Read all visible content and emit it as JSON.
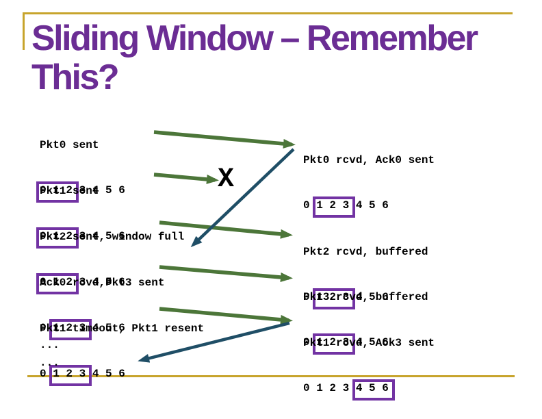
{
  "slide": {
    "title_line1": "Sliding Window – Remember",
    "title_line2": "This?"
  },
  "left_column": [
    {
      "label": "Pkt0 sent",
      "pre": "",
      "boxed": "0 1 2",
      "post": " 3 4 5 6"
    },
    {
      "label": "Pkt1 sent",
      "pre": "",
      "boxed": "0 1 2",
      "post": " 3 4 5 6"
    },
    {
      "label": "Pkt2 sent, window full",
      "pre": "",
      "boxed": "0 1 2",
      "post": " 3 4 5 6"
    },
    {
      "label": "Ack0 rcvd,Pkt3 sent",
      "pre": "0 ",
      "boxed": "1 2 3",
      "post": " 4 5 6"
    },
    {
      "label": "Pkt1 timeout, Pkt1 resent",
      "pre": "0 ",
      "boxed": "1 2 3",
      "post": " 4 5 6"
    }
  ],
  "right_column": [
    {
      "label": "Pkt0 rcvd, Ack0 sent",
      "pre": "0 ",
      "boxed": "1 2 3",
      "post": " 4 5 6"
    },
    {
      "label": "Pkt2 rcvd, buffered",
      "pre": "0 ",
      "boxed": "1 2 3",
      "post": " 4 5 6"
    },
    {
      "label": "Pkt3 rcvd, buffered",
      "pre": "0 ",
      "boxed": "1 2 3",
      "post": " 4 5 6"
    },
    {
      "label": "Pkt1 rcvd, Ack3 sent",
      "pre": "0 1 2 3 ",
      "boxed": "4 5 6",
      "post": ""
    }
  ],
  "ellipsis": {
    "line1": "...",
    "line2": "..."
  },
  "lost_packet_marker": "X",
  "colors": {
    "title_purple": "#6B2D94",
    "window_box_purple": "#7233A3",
    "packet_arrow_green": "#4C7639",
    "ack_arrow_blue": "#1F4E66",
    "border_gold": "#C7A42C",
    "body_text": "#000000"
  }
}
